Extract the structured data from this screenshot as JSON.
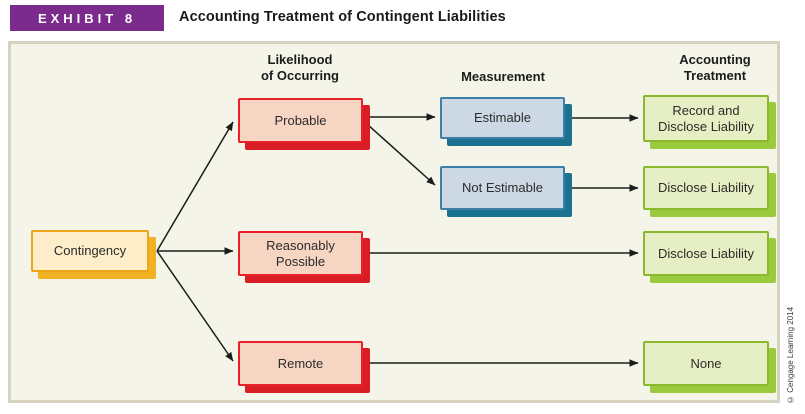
{
  "header": {
    "badge": "EXHIBIT 8",
    "title": "Accounting Treatment of Contingent Liabilities"
  },
  "column_headers": {
    "likelihood": "Likelihood\nof Occurring",
    "measurement": "Measurement",
    "accounting": "Accounting\nTreatment"
  },
  "nodes": {
    "contingency": {
      "label": "Contingency"
    },
    "probable": {
      "label": "Probable"
    },
    "reasonably": {
      "label": "Reasonably\nPossible"
    },
    "remote": {
      "label": "Remote"
    },
    "estimable": {
      "label": "Estimable"
    },
    "not_estimable": {
      "label": "Not Estimable"
    },
    "record_disclose": {
      "label": "Record and\nDisclose Liability"
    },
    "disclose_1": {
      "label": "Disclose Liability"
    },
    "disclose_2": {
      "label": "Disclose Liability"
    },
    "none": {
      "label": "None"
    }
  },
  "connections": [
    {
      "from": "contingency",
      "to": "probable"
    },
    {
      "from": "contingency",
      "to": "reasonably"
    },
    {
      "from": "contingency",
      "to": "remote"
    },
    {
      "from": "probable",
      "to": "estimable"
    },
    {
      "from": "probable",
      "to": "not_estimable"
    },
    {
      "from": "estimable",
      "to": "record_disclose"
    },
    {
      "from": "not_estimable",
      "to": "disclose_1"
    },
    {
      "from": "reasonably",
      "to": "disclose_2"
    },
    {
      "from": "remote",
      "to": "none"
    }
  ],
  "colors": {
    "badge_purple": "#7b2b8b",
    "panel_background": "#f5f4e8",
    "panel_border": "#d5d2c0",
    "yellow_fill": "#fdeec9",
    "yellow_border": "#eda61a",
    "yellow_shadow": "#f0b122",
    "red_fill": "#f6d5c3",
    "red_border": "#e62129",
    "red_shadow": "#d91d24",
    "blue_fill": "#ccd8e4",
    "blue_border": "#3d7fa6",
    "blue_shadow": "#1b7190",
    "green_fill": "#e6efc4",
    "green_border": "#8bb92e",
    "green_shadow": "#9bca3e",
    "arrow": "#1c1c1c"
  },
  "credit": "© Cengage Learning 2014"
}
